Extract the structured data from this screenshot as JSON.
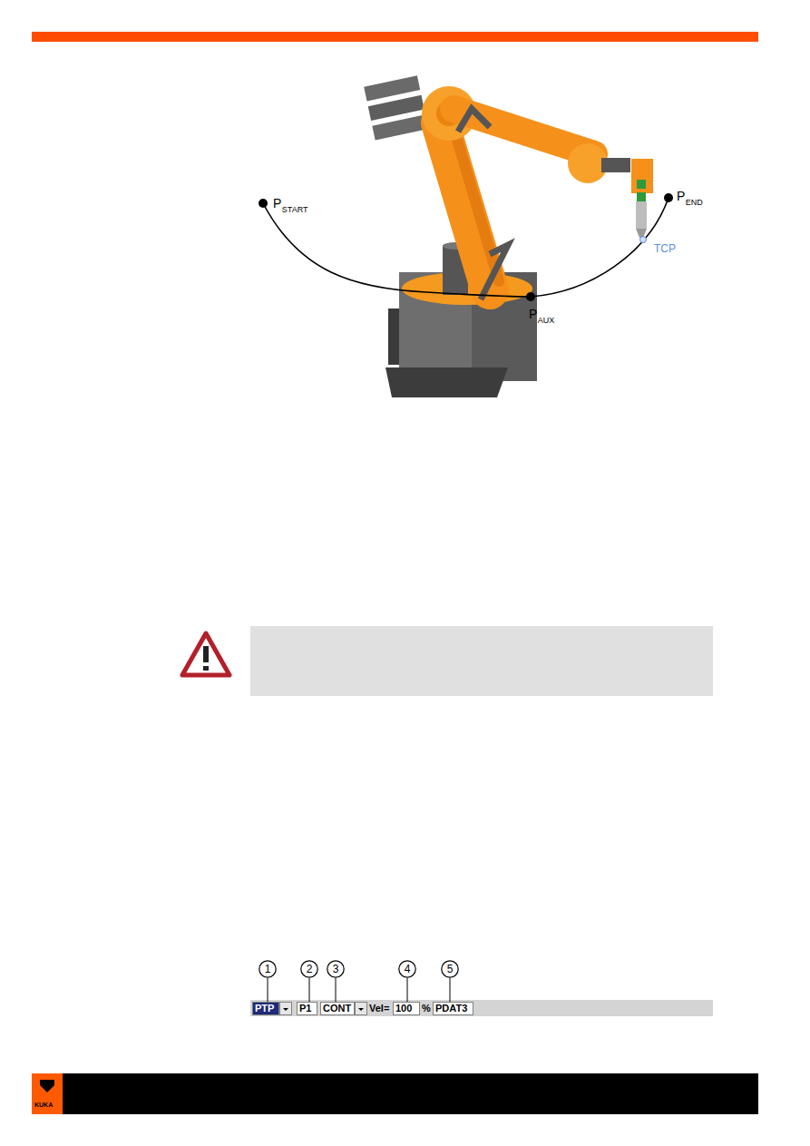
{
  "diagram": {
    "nodes": [
      {
        "text": [
          "1"
        ]
      },
      {
        "text": [
          "2"
        ]
      },
      {
        "text": [
          "3"
        ]
      },
      {
        "text": [
          "4"
        ]
      },
      {
        "text": [
          "5"
        ]
      },
      {
        "text": [
          "PTP"
        ]
      },
      {
        "text": [
          "P1"
        ]
      },
      {
        "text": [
          "CONT"
        ]
      },
      {
        "text": [
          "100"
        ]
      },
      {
        "text": [
          "PDAT3"
        ]
      }
    ],
    "edges": [
      {
        "from": 0,
        "to": 5,
        "arrow": "none"
      },
      {
        "from": 1,
        "to": 6,
        "arrow": "none"
      },
      {
        "from": 2,
        "to": 7,
        "arrow": "none"
      },
      {
        "from": 3,
        "to": 8,
        "arrow": "none"
      },
      {
        "from": 4,
        "to": 9,
        "arrow": "none"
      }
    ],
    "labels": [
      "P",
      "START",
      "P",
      "END",
      "TCP",
      "P",
      "AUX",
      "KUKA",
      "Vel=",
      "%"
    ]
  }
}
